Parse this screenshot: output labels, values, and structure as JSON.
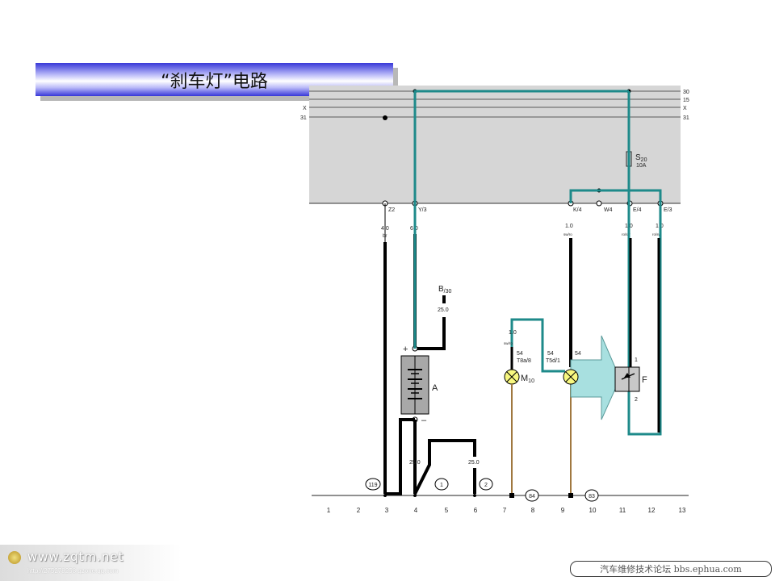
{
  "title": "“刹车灯”电路",
  "bus_labels_right": [
    "30",
    "15",
    "X",
    "31"
  ],
  "bus_labels_left": [
    "X",
    "31"
  ],
  "fuse": {
    "label": "S",
    "sub": "20",
    "rating": "10A"
  },
  "connectors": {
    "z2": "Z2",
    "y3": "Y/3",
    "k4": "K/4",
    "w4": "W4",
    "e4": "E/4",
    "e3": "E/3"
  },
  "wire_specs": {
    "z2_size": "4.0",
    "z2_color": "br",
    "y3_size": "6.0",
    "k4_size": "1.0",
    "k4_color": "sw/ro",
    "e4_size": "1.0",
    "e4_color": "ro/sw",
    "e3_size": "1.0",
    "e3_color": "ro/sw",
    "b30_size": "25.0",
    "m10_size": "1.0",
    "m10_color": "sw/ro",
    "bat_size": "25.0",
    "gnd_size": "25.0"
  },
  "components": {
    "b30": "B",
    "b30_sub": "/30",
    "battery": "A",
    "plus": "+",
    "minus": "–",
    "lamp": "M",
    "lamp_sub": "10",
    "switch": "F",
    "switch_pin1": "1",
    "switch_pin2": "2"
  },
  "pins": {
    "t8a": "54",
    "t8a_name": "T8a/8",
    "t5d": "54",
    "t5d_name": "T5d/1",
    "p54": "54"
  },
  "ground_points": [
    "119",
    "1",
    "2",
    "84",
    "83"
  ],
  "column_numbers": [
    "1",
    "2",
    "3",
    "4",
    "5",
    "6",
    "7",
    "8",
    "9",
    "10",
    "11",
    "12",
    "13"
  ],
  "watermark_left_site": "www.zqtm.net",
  "watermark_left_url": "http://275278258.qzone.qq.com",
  "watermark_right": "汽车维修技术论坛 bbs.ephua.com",
  "colors": {
    "wire_active": "#1e8a8a",
    "wire_black": "#000000",
    "wire_brown": "#a07840",
    "panel_gray": "#d6d6d6",
    "arrow_fill": "#a8e0e0",
    "lamp_fill": "#f8f880"
  }
}
